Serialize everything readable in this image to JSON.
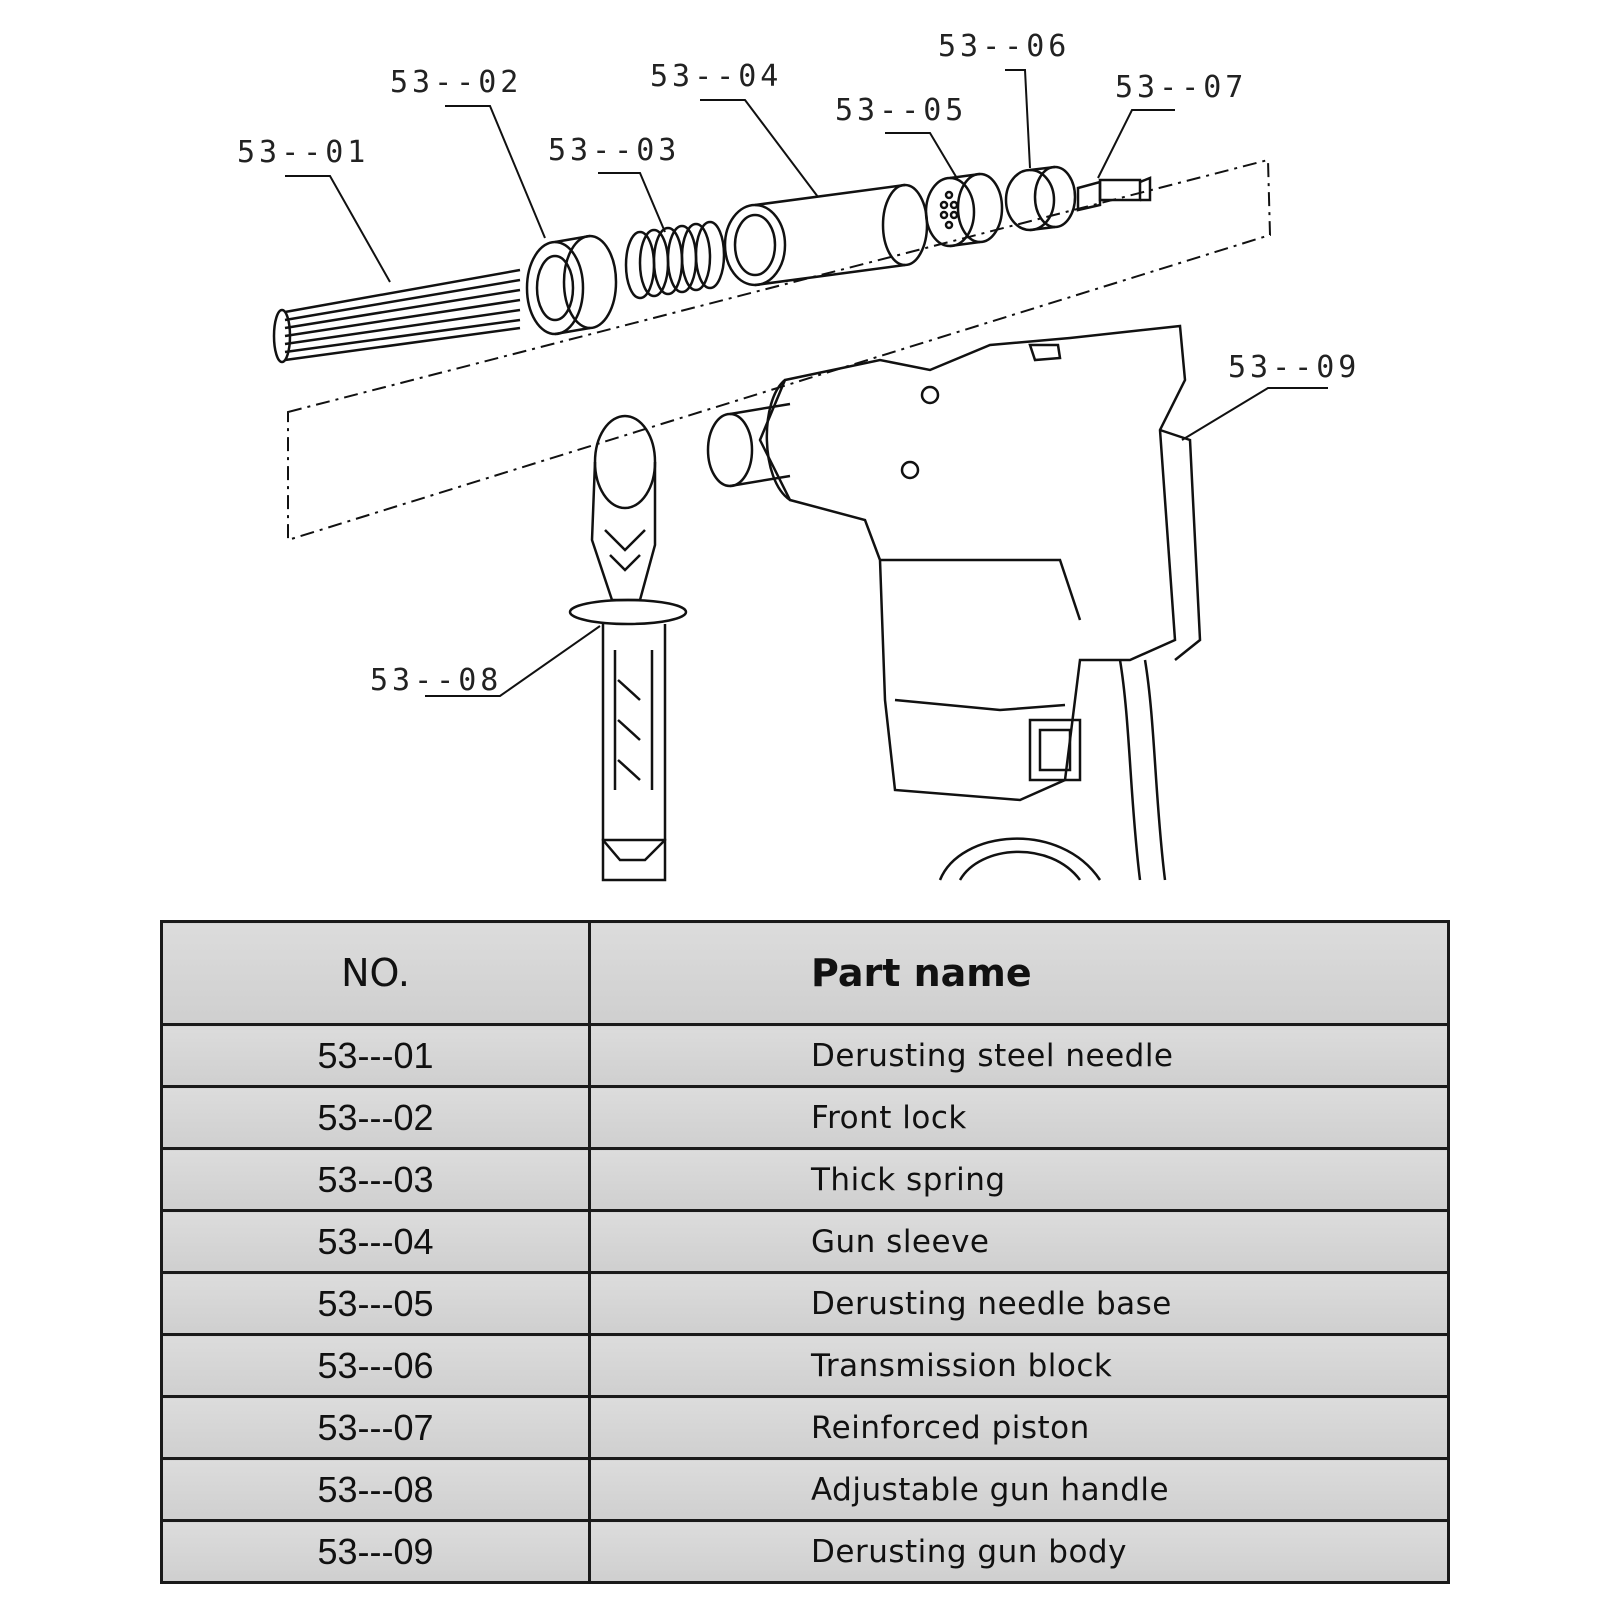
{
  "callouts": [
    "53--01",
    "53--02",
    "53--03",
    "53--04",
    "53--05",
    "53--06",
    "53--07",
    "53--08",
    "53--09"
  ],
  "table": {
    "headers": {
      "no": "NO.",
      "name": "Part name"
    },
    "rows": [
      {
        "no": "53---01",
        "name": "Derusting steel needle"
      },
      {
        "no": "53---02",
        "name": "Front lock"
      },
      {
        "no": "53---03",
        "name": "Thick spring"
      },
      {
        "no": "53---04",
        "name": "Gun sleeve"
      },
      {
        "no": "53---05",
        "name": "Derusting needle base"
      },
      {
        "no": "53---06",
        "name": "Transmission block"
      },
      {
        "no": "53---07",
        "name": "Reinforced piston"
      },
      {
        "no": "53---08",
        "name": "Adjustable gun handle"
      },
      {
        "no": "53---09",
        "name": "Derusting gun body"
      }
    ]
  }
}
